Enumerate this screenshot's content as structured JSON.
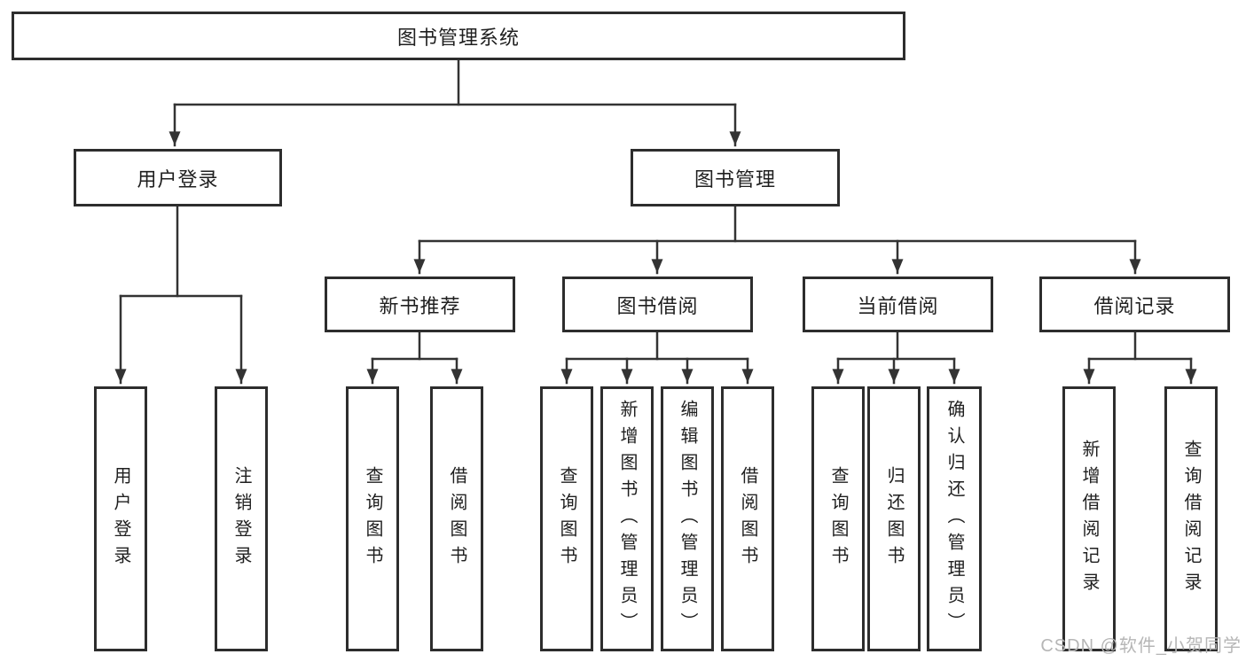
{
  "tree": {
    "root": {
      "label": "图书管理系统"
    },
    "branches": [
      {
        "label": "用户登录",
        "children": [
          {
            "label": "用户登录"
          },
          {
            "label": "注销登录"
          }
        ]
      },
      {
        "label": "图书管理",
        "children": [
          {
            "label": "新书推荐",
            "children": [
              {
                "label": "查询图书"
              },
              {
                "label": "借阅图书"
              }
            ]
          },
          {
            "label": "图书借阅",
            "children": [
              {
                "label": "查询图书"
              },
              {
                "label": "新增图书（管理员）"
              },
              {
                "label": "编辑图书（管理员）"
              },
              {
                "label": "借阅图书"
              }
            ]
          },
          {
            "label": "当前借阅",
            "children": [
              {
                "label": "查询图书"
              },
              {
                "label": "归还图书"
              },
              {
                "label": "确认归还（管理员）"
              }
            ]
          },
          {
            "label": "借阅记录",
            "children": [
              {
                "label": "新增借阅记录"
              },
              {
                "label": "查询借阅记录"
              }
            ]
          }
        ]
      }
    ]
  },
  "watermark": {
    "text": "CSDN @软件_小贺同学"
  },
  "colors": {
    "line": "#333333",
    "border": "#2d2d2d",
    "text": "#1f1f1f",
    "watermark": "#b6b6b6",
    "background": "#ffffff"
  }
}
